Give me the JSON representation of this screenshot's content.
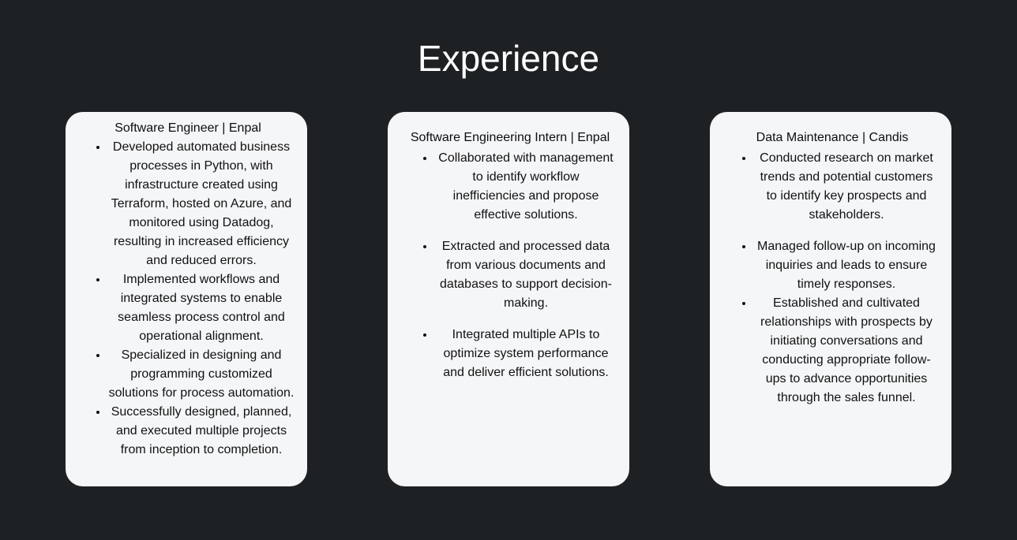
{
  "page": {
    "title": "Experience"
  },
  "cards": [
    {
      "title": "Software Engineer | Enpal",
      "items": [
        "Developed automated business processes in Python, with infrastructure created using Terraform, hosted on Azure, and monitored using Datadog, resulting in increased efficiency and reduced errors.",
        "Implemented workflows and integrated systems to enable seamless process control and operational alignment.",
        "Specialized in designing and programming customized solutions for process automation.",
        "Successfully designed, planned, and executed multiple projects from inception to completion."
      ]
    },
    {
      "title": "Software Engineering Intern | Enpal",
      "items": [
        "Collaborated with management to identify workflow inefficiencies and propose effective solutions.",
        "Extracted and processed data from various documents and databases to support decision-making.",
        "Integrated multiple APIs to optimize system performance and deliver efficient solutions."
      ]
    },
    {
      "title": "Data Maintenance | Candis",
      "items": [
        "Conducted research on market trends and potential customers to identify key prospects and stakeholders.",
        "Managed follow-up on incoming inquiries and leads to ensure timely responses.",
        "Established and cultivated relationships with prospects by initiating conversations and conducting appropriate follow-ups to advance opportunities through the sales funnel."
      ]
    }
  ],
  "colors": {
    "background": "#1e2124",
    "card": "#f5f6f8",
    "title_text": "#ffffff",
    "body_text": "#111111"
  }
}
